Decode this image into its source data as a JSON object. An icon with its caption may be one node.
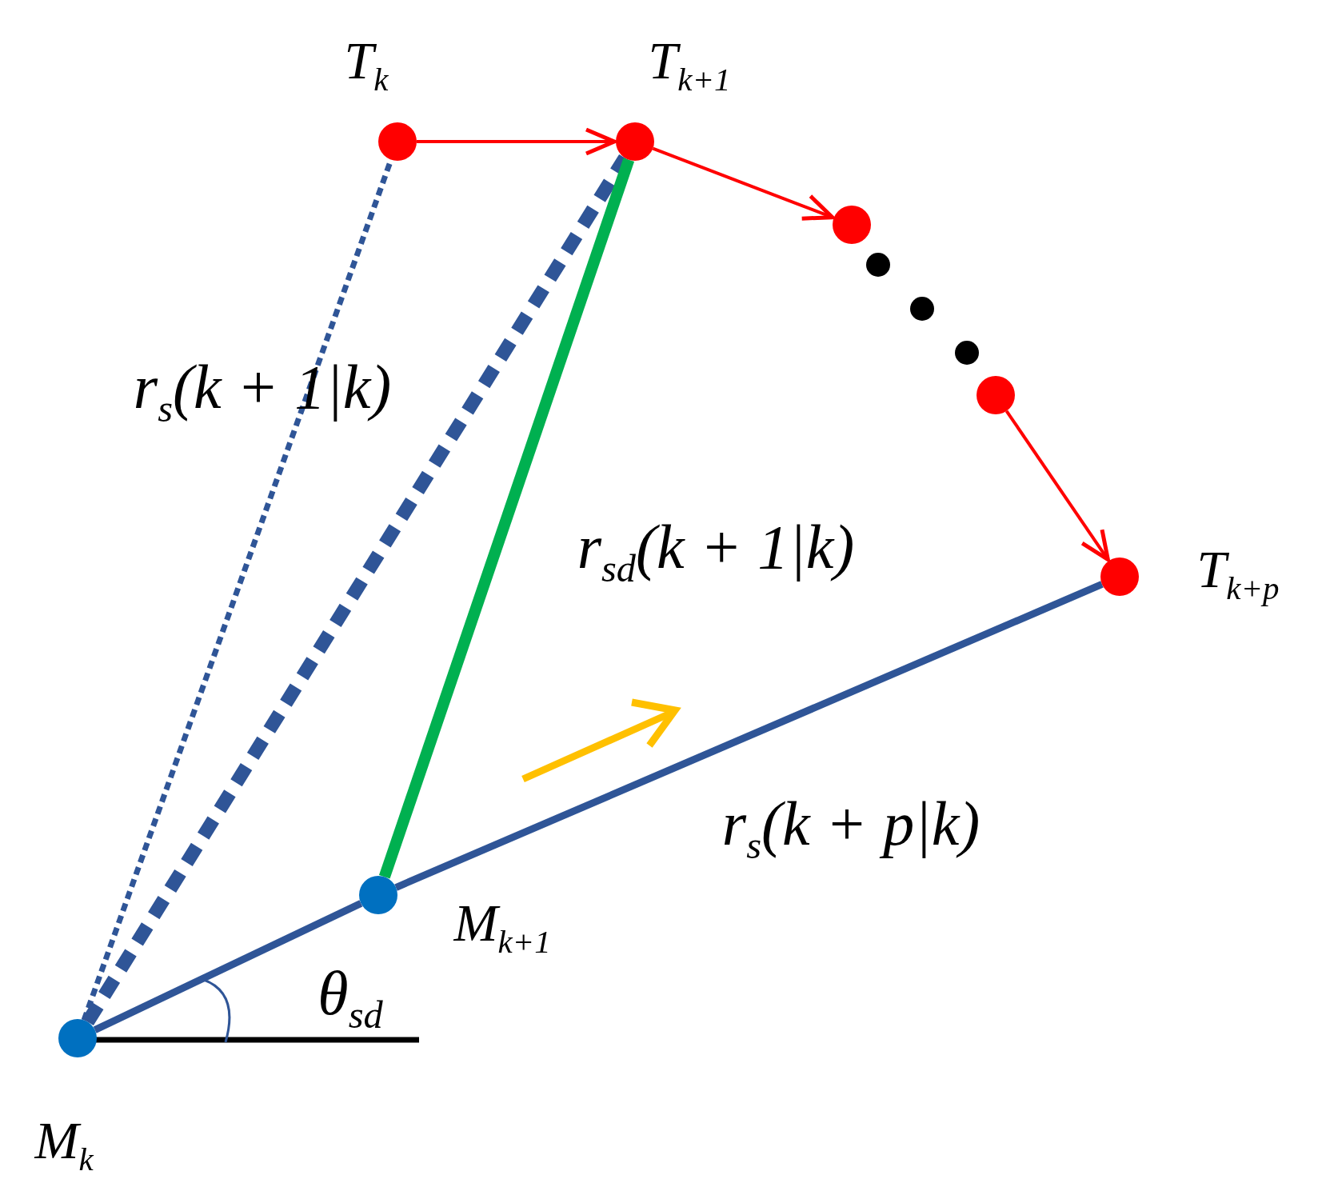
{
  "diagram": {
    "nodes": [
      {
        "text": [],
        "shape": "circle",
        "beside": [
          "T$_{k}$"
        ]
      },
      {
        "text": [],
        "shape": "circle",
        "beside": [
          "T$_{k+1}$"
        ]
      },
      {
        "text": [],
        "shape": "circle"
      },
      {
        "text": [],
        "shape": "circle"
      },
      {
        "text": [],
        "shape": "circle",
        "beside": [
          "T$_{k+p}$"
        ]
      },
      {
        "text": [],
        "shape": "circle",
        "beside": [
          "M$_{k}$"
        ]
      },
      {
        "text": [],
        "shape": "circle",
        "beside": [
          "M$_{k+1}$"
        ]
      }
    ],
    "edges": [
      {
        "from": 0,
        "to": 1,
        "arrow": "to",
        "color": "#ff0000"
      },
      {
        "from": 1,
        "to": 2,
        "arrow": "to",
        "color": "#ff0000"
      },
      {
        "from": 3,
        "to": 4,
        "arrow": "to",
        "color": "#ff0000"
      },
      {
        "from": 5,
        "to": 0,
        "arrow": "none",
        "style": "dashed",
        "color": "#2f5597"
      },
      {
        "from": 5,
        "to": 1,
        "arrow": "none",
        "style": "dashed",
        "color": "#2f5597"
      },
      {
        "from": 6,
        "to": 1,
        "arrow": "none",
        "style": "thick",
        "color": "#00b050"
      },
      {
        "from": 5,
        "to": 6,
        "arrow": "none",
        "color": "#2f5597"
      },
      {
        "from": 6,
        "to": 4,
        "arrow": "none",
        "color": "#2f5597"
      }
    ],
    "labels": [
      "r$_{s}$(k + 1|k)",
      "r$_{sd}$(k + 1|k)",
      "r$_{s}$(k + p|k)",
      "θ$_{sd}$"
    ]
  }
}
